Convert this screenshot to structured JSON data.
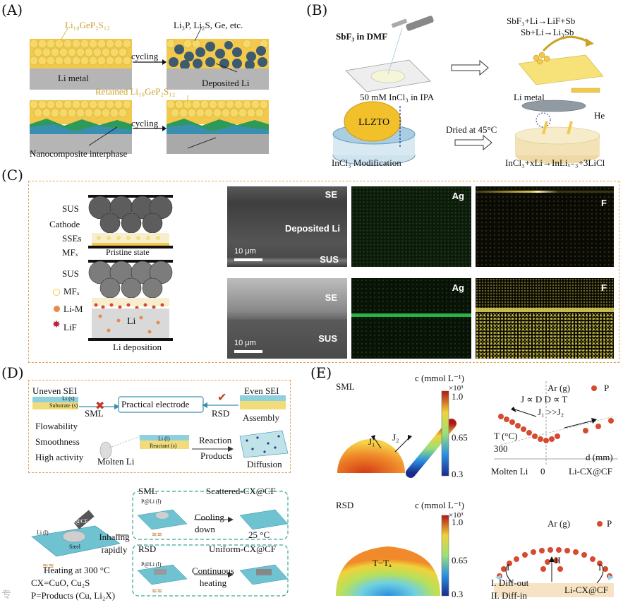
{
  "panels": {
    "A": {
      "label": "(A)",
      "lgps_top": "Li₁₀GeP₂S₁₂",
      "products": "Li₃P, Li₂S, Ge, etc.",
      "li_metal": "Li metal",
      "cycling1": "cycling",
      "deposited_li": "Deposited Li",
      "retained": "Retained Li₁₀GeP₂S₁₂",
      "cycling2": "cycling",
      "interphase": "Nanocomposite interphase"
    },
    "B": {
      "label": "(B)",
      "sbf3_dmf": "SbF₃ in DMF",
      "reaction1": "SbF₃+Li→LiF+Sb",
      "reaction2": "Sb+Li→Li₃Sb",
      "incl_ipa": "50 mM InCl₃ in IPA",
      "llzto": "LLZTO",
      "dried": "Dried at 45°C",
      "li_metal": "Li metal",
      "heat": "He",
      "incl_mod": "InCl₃ Modification",
      "reaction3": "InCl₃+xLi→InLiₓ₋₃+3LiCl"
    },
    "C": {
      "label": "(C)",
      "sus_top": "SUS",
      "cathode": "Cathode",
      "sses": "SSEs",
      "mfx": "MFₓ",
      "pristine": "Pristine state",
      "sus_bottom": "SUS",
      "legend_mfx": "MFₓ",
      "legend_lim": "Li-M",
      "legend_lif": "LiF",
      "li": "Li",
      "li_deposition": "Li deposition",
      "sem_top": {
        "se": "SE",
        "deposited": "Deposited Li",
        "sus": "SUS",
        "scale": "10 μm"
      },
      "sem_bottom": {
        "se": "SE",
        "sus": "SUS",
        "scale": "10 μm"
      },
      "map_ag": "Ag",
      "map_f": "F"
    },
    "D": {
      "label": "(D)",
      "uneven_sei": "Uneven SEI",
      "even_sei": "Even SEI",
      "li_s": "Li (s)",
      "substrate": "Substrate (s)",
      "sml": "SML",
      "practical": "Practical electrode",
      "rsd": "RSD",
      "assembly": "Assembly",
      "flowability": "Flowability",
      "smoothness": "Smoothness",
      "high_activity": "High activity",
      "molten_li": "Molten Li",
      "li_l": "Li (l)",
      "reactant": "Reactant (s)",
      "reaction": "Reaction",
      "products": "Products",
      "diffusion": "Diffusion",
      "heating": "Heating at 300 °C",
      "inhaling": "Inhaling rapidly",
      "cx_def": "CX=CuO, Cu₂S",
      "p_def": "P=Products (Cu, Li₂X)",
      "sml2": "SML",
      "scattered": "Scattered-CX@CF",
      "cooling": "Cooling down",
      "temp": "25 °C",
      "rsd2": "RSD",
      "uniform": "Uniform-CX@CF",
      "continuous": "Continuous heating",
      "steel": "Steel",
      "cxcf": "CX@CF"
    },
    "E": {
      "label": "(E)",
      "sml": "SML",
      "cbar_title": "c (mmol L⁻¹)",
      "cbar_exp": "×10³",
      "cbar_max": "1.0",
      "cbar_mid": "0.65",
      "cbar_min": "0.3",
      "j1": "J₁",
      "j2": "J₂",
      "ar": "Ar (g)",
      "p": "P",
      "prop1": "J ∝ D    D ∝ T",
      "prop2": "J₁ >>J₂",
      "tlabel": "T (°C)",
      "t300": "300",
      "d_mm": "d (mm)",
      "molten_li": "Molten Li",
      "zero": "0",
      "licx": "Li-CX@CF",
      "rsd": "RSD",
      "cbar2_title": "c (mmol L⁻¹)",
      "cbar2_exp": "×10³",
      "cbar2_max": "1.0",
      "cbar2_mid": "0.65",
      "cbar2_min": "0.3",
      "t_ta": "T−Tₐ",
      "ar2": "Ar (g)",
      "p2": "P",
      "i": "I",
      "ii": "II",
      "diff_out": "I. Diff-out",
      "diff_in": "II. Diff-in",
      "licx2": "Li-CX@CF"
    }
  },
  "colors": {
    "gold": "#f2c94c",
    "li_gray": "#b5b5b5",
    "dep_blue": "#3d5a6f",
    "green": "#2e9a5a",
    "teal": "#3aa69a",
    "orange_dash": "#e7a35a",
    "red_dot": "#d64a2f"
  },
  "watermark": "专"
}
